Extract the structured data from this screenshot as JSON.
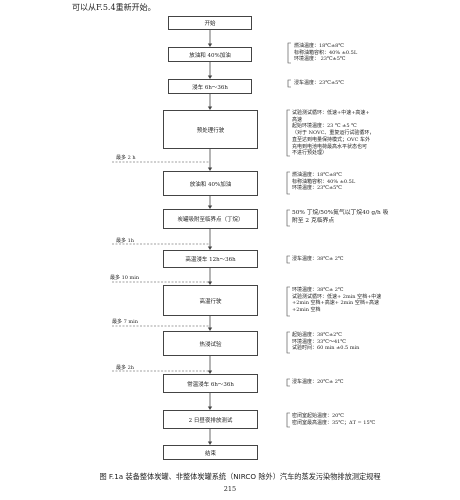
{
  "intro_text": "可以从F.5.4重新开始。",
  "steps": [
    {
      "label": "开始"
    },
    {
      "label": "放油和 40%加油"
    },
    {
      "label": "浸车 6h～36h"
    },
    {
      "label": "预处理行驶"
    },
    {
      "label": "放油和 40%加油"
    },
    {
      "label": "炭罐吸附至临界点（丁烷）"
    },
    {
      "label": "高温浸车 12h～36h"
    },
    {
      "label": "高温行驶"
    },
    {
      "label": "热浸试验"
    },
    {
      "label": "常温浸车 6h～36h"
    },
    {
      "label": "2 日昼夜排放测试"
    },
    {
      "label": "结束"
    }
  ],
  "notes": [
    {
      "lines": [
        "燃油温度：18℃±8℃",
        "标称油箱容积：40% ±0.5L",
        "环境温度：   23℃±5℃"
      ]
    },
    {
      "lines": [
        "浸车温度：23℃±5℃"
      ]
    },
    {
      "lines": [
        "试验测试循环：低速+中速+高速+",
        "高速",
        "起始环境温度：23 ℃ ±5 ℃",
        "（对于 NOVC、重复运行试验循环，",
        "直至达到电量保持模式；OVC 车外",
        "充电到电池电荷最高水平状态也可",
        "不进行预处理）"
      ]
    },
    {
      "lines": [
        "燃油温度：18℃±8℃",
        "标称油箱容积：40% ±0.5L",
        "环境温度：23℃±5℃"
      ]
    },
    {
      "lines": [
        "50% 丁烷/50%氮气以丁烷40 g/h 吸",
        "附至 2 克临界点"
      ]
    },
    {
      "lines": [
        "浸车温度：38℃± 2℃"
      ]
    },
    {
      "lines": [
        "环境温度：38℃± 2℃",
        "试验测试循环：低速+ 2min 空档+中速",
        "+2min 空档+高速+ 2min 空档+高速",
        "+2min 空档"
      ]
    },
    {
      "lines": [
        "起始温度：38℃±2℃",
        "环境温度：33℃～41℃",
        "试验时间：60 min ±0.5 min"
      ]
    },
    {
      "lines": [
        "浸车温度：20℃± 2℃"
      ]
    },
    {
      "lines": [
        "密闭室起始温度：20℃",
        "密闭室最高温度：35℃；ΔT = 15℃"
      ]
    }
  ],
  "gap_labels": [
    "最多 2 h",
    "最多  1h",
    "最多 10 min",
    "最多 7 min",
    "最多 2h"
  ],
  "caption": "图 F.1a 装备整体炭罐、非整体炭罐系统（NIRCO 除外）汽车的蒸发污染物排放测定规程",
  "page_number": "215",
  "colors": {
    "line": "#444444",
    "text": "#222222"
  }
}
